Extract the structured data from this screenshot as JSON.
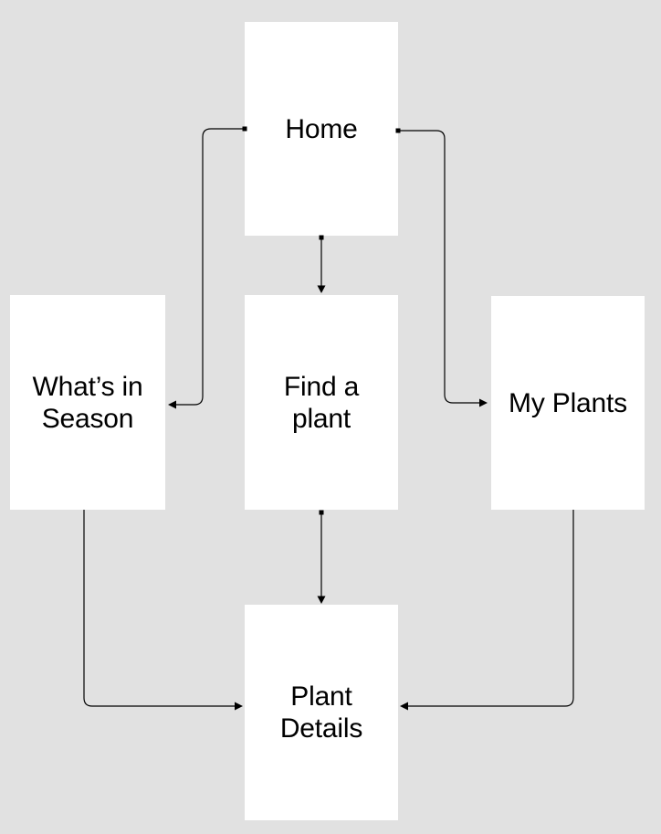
{
  "diagram": {
    "background_color": "#e1e1e1",
    "node_fill_color": "#ffffff",
    "line_color": "#000000",
    "text_color": "#000000",
    "nodes": [
      {
        "id": "home",
        "label": "Home"
      },
      {
        "id": "whats-in-season",
        "label": "What’s in Season"
      },
      {
        "id": "find-a-plant",
        "label": "Find a plant"
      },
      {
        "id": "my-plants",
        "label": "My Plants"
      },
      {
        "id": "plant-details",
        "label": "Plant Details"
      }
    ],
    "edges": [
      {
        "from": "home",
        "to": "whats-in-season",
        "style": "elbow, arrow into right side of What’s in Season"
      },
      {
        "from": "home",
        "to": "my-plants",
        "style": "elbow, arrow into left side of My Plants"
      },
      {
        "from": "home",
        "to": "find-a-plant",
        "style": "straight down, arrow into top of Find a plant"
      },
      {
        "from": "find-a-plant",
        "to": "plant-details",
        "style": "straight down, arrow into top of Plant Details"
      },
      {
        "from": "whats-in-season",
        "to": "plant-details",
        "style": "elbow, arrow into left side of Plant Details"
      },
      {
        "from": "my-plants",
        "to": "plant-details",
        "style": "elbow, arrow into right side of Plant Details"
      }
    ]
  }
}
